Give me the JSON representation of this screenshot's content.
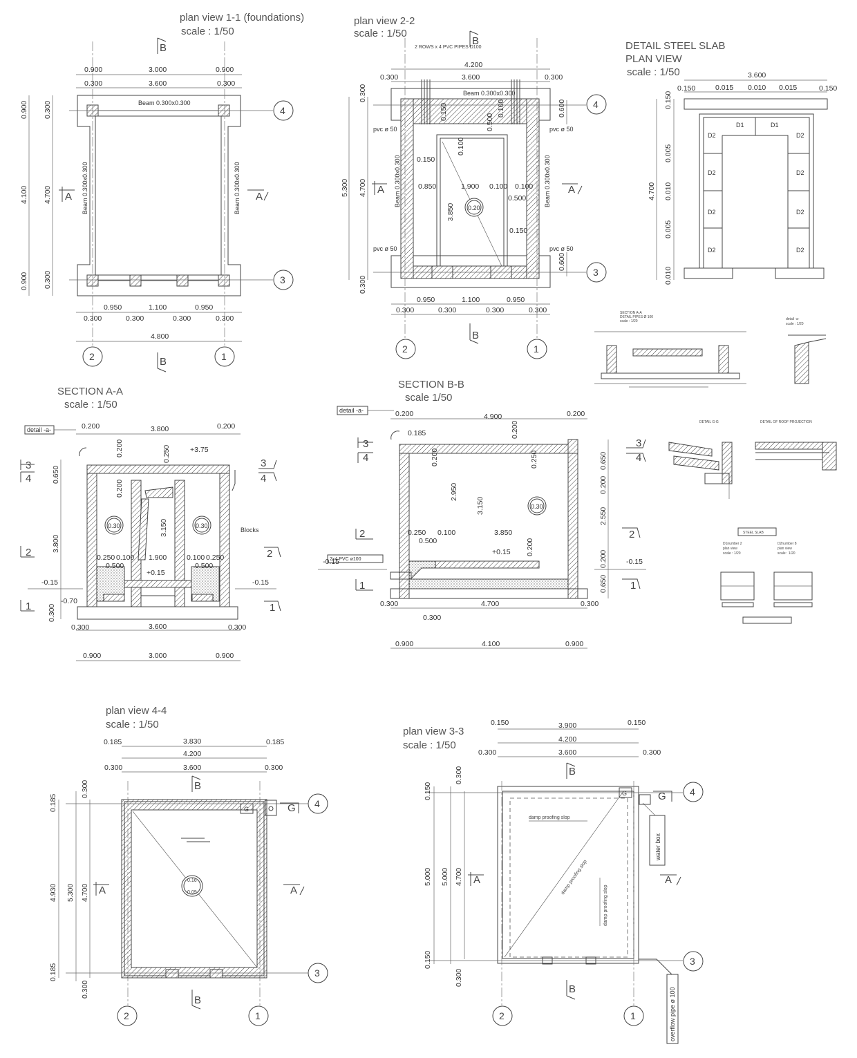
{
  "sheet_title": "",
  "views": {
    "plan_1_1": {
      "title": "plan view 1-1 (foundations)",
      "scale": "scale : 1/50",
      "dims_top_outer": [
        "0.900",
        "3.000",
        "0.900"
      ],
      "dims_top_inner": [
        "0.300",
        "3.600",
        "0.300"
      ],
      "dims_left": [
        "0.900",
        "4.100",
        "0.900"
      ],
      "dims_left_inner": [
        "0.300",
        "4.700",
        "0.300"
      ],
      "dims_bottom_inner": [
        "0.950",
        "1.100",
        "0.950"
      ],
      "dims_bottom_cols": [
        "0.300",
        "0.300",
        "0.300",
        "0.300"
      ],
      "dim_bottom_total": "4.800",
      "beam_top": "Beam 0.300x0.300",
      "beam_left": "Beam 0.300x0.300",
      "beam_right": "Beam 0.300x0.300",
      "section_mark_a": "A",
      "section_mark_b": "B",
      "grid": [
        "4",
        "3",
        "2",
        "1"
      ]
    },
    "plan_2_2": {
      "title": "plan view  2-2",
      "scale": "scale : 1/50",
      "note_pipes": "2 ROWS x 4 PVC PIPES D100",
      "dims_top_total": "4.200",
      "dims_top_inner": [
        "0.300",
        "3.600",
        "0.300"
      ],
      "beam_top": "Beam 0.300x0.300",
      "dims_left": [
        "0.300",
        "5.300",
        "0.300"
      ],
      "dim_left_inner": "4.700",
      "pvc_labels": [
        "pvc ø 50",
        "pvc ø 50",
        "pvc ø 50",
        "pvc ø 50"
      ],
      "inner_dims": [
        "0.150",
        "0.100",
        "0.500",
        "0.100",
        "0.150",
        "0.850",
        "1.900",
        "0.100",
        "0.100",
        "0.500",
        "3.850",
        "0.150"
      ],
      "opening": "0.20",
      "dims_right": [
        "0.600",
        "0.600"
      ],
      "dims_bottom": [
        "0.950",
        "1.100",
        "0.950"
      ],
      "dims_bottom_cols": [
        "0.300",
        "0.300",
        "0.300",
        "0.300"
      ],
      "beam_left": "Beam 0.300x0.300",
      "beam_right": "Beam 0.300x0.300"
    },
    "detail_steel_slab": {
      "title": "DETAIL STEEL SLAB",
      "title2": "PLAN VIEW",
      "scale": "scale : 1/50",
      "dim_total": "3.600",
      "dims_top": [
        "0.150",
        "0.015",
        "0.010",
        "0.015",
        "0.150"
      ],
      "dims_left": [
        "0.150",
        "0.005",
        "0.010",
        "0.005",
        "0.010"
      ],
      "dim_left_total": "4.700",
      "panel_labels": [
        "D1",
        "D1",
        "D2",
        "D2",
        "D2",
        "D2",
        "D2",
        "D2",
        "D2",
        "D2"
      ]
    },
    "section_a_a": {
      "title": "SECTION A-A",
      "scale": "scale : 1/50",
      "detail_tag": "detail -a-",
      "dims_top": [
        "0.200",
        "3.800",
        "0.200"
      ],
      "level_top": "+3.75",
      "inner_dims": [
        "0.200",
        "0.250",
        "0.200",
        "3.150",
        "0.250",
        "0.100",
        "1.900",
        "0.100",
        "0.250",
        "0.500",
        "0.500"
      ],
      "openings": [
        "0.30",
        "0.30"
      ],
      "blocks_label": "Blocks",
      "levels": [
        "+0.15",
        "-0.15",
        "-0.15",
        "-0.70"
      ],
      "dims_left": [
        "0.650",
        "3.800",
        "0.300"
      ],
      "dims_bottom": [
        "0.300",
        "3.600",
        "0.300"
      ],
      "dims_bottom_total": [
        "0.900",
        "3.000",
        "0.900"
      ],
      "marks_left": [
        "3",
        "4",
        "2",
        "1"
      ],
      "marks_right": [
        "3",
        "4",
        "2",
        "1"
      ]
    },
    "section_b_b": {
      "title": "SECTION B-B",
      "scale": "scale 1/50",
      "detail_tag": "detail -a-",
      "dims_top": [
        "0.200",
        "4.900",
        "0.200"
      ],
      "inner_dims": [
        "0.185",
        "0.200",
        "0.200",
        "2.950",
        "3.150",
        "0.250",
        "0.250",
        "0.100",
        "3.850",
        "0.500",
        "0.200"
      ],
      "opening": "0.30",
      "pipe_label": "2x4 PVC ø100",
      "levels": [
        "+0.15",
        "-0.15",
        "-0.15"
      ],
      "dims_right": [
        "0.650",
        "0.200",
        "2.550",
        "0.200",
        "0.650"
      ],
      "dims_bottom": [
        "0.300",
        "4.700",
        "0.300"
      ],
      "dim_bottom_small": "0.300",
      "dims_bottom_total": [
        "0.900",
        "4.100",
        "0.900"
      ],
      "marks_left": [
        "3",
        "4",
        "2",
        "1"
      ],
      "marks_right": [
        "3",
        "4",
        "2",
        "1"
      ]
    },
    "small_details": {
      "sec_aa_title": "SECTION A-A",
      "sec_aa_sub": "DETAIL PIPES Ø 100",
      "sec_aa_scale": "scale : 1/20",
      "detail_a_title": "detail -a-",
      "detail_a_scale": "scale : 1/20",
      "detail_g_title": "DETAIL G-G",
      "detail_roof_title": "DETAIL OF ROOF PROJECTION",
      "steel_slab_title": "STEEL SLAB",
      "d1_title": "D1number 2",
      "d1_sub": "plan view",
      "d1_scale": "scale : 1/20",
      "d2_title": "D2number 8",
      "d2_sub": "plan view",
      "d2_scale": "scale : 1/20"
    },
    "plan_4_4": {
      "title": "plan view 4-4",
      "scale": "scale : 1/50",
      "dims_top1": [
        "0.185",
        "3.830",
        "0.185"
      ],
      "dim_top2": "4.200",
      "dims_top3": [
        "0.300",
        "3.600",
        "0.300"
      ],
      "dims_left": [
        "0.185",
        "4.930",
        "5.300",
        "4.700",
        "0.185"
      ],
      "dims_left_small": [
        "0.300",
        "0.300"
      ],
      "opening_top": "0.16",
      "opening_bottom": "0.09",
      "mark_g": "G"
    },
    "plan_3_3": {
      "title": "plan view 3-3",
      "scale": "scale : 1/50",
      "dims_top1": [
        "0.150",
        "3.900",
        "0.150"
      ],
      "dim_top2": "4.200",
      "dims_top3": [
        "0.300",
        "3.600",
        "0.300"
      ],
      "dims_left": [
        "0.150",
        "5.000",
        "4.700",
        "0.150"
      ],
      "dims_left_small": [
        "0.300",
        "0.300"
      ],
      "slope1": "damp proofing slop",
      "slope2": "damp proofing slop",
      "slope3": "damp proofing slop",
      "water_box": "water box",
      "overflow": "overflow pipe ø 100",
      "mark_g": "G"
    }
  }
}
